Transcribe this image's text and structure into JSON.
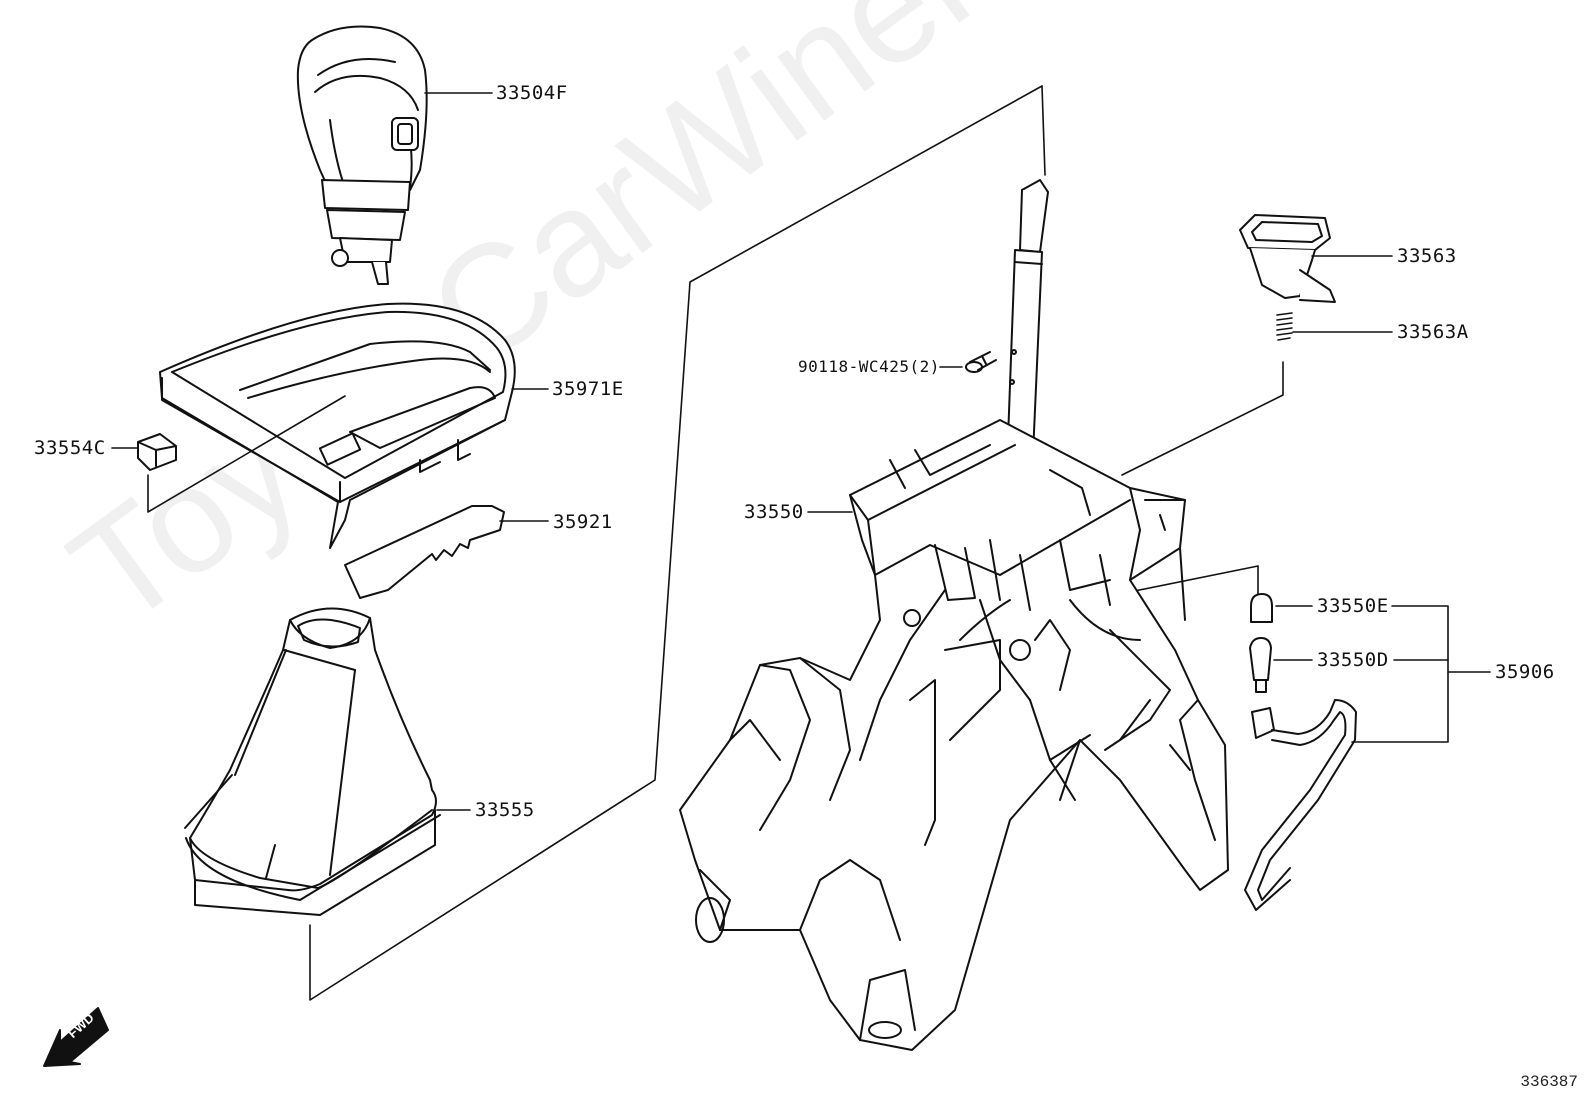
{
  "watermark": "ToyotaCarWiner.ru",
  "diagram_number": "336387",
  "fwd_label": "FWD",
  "parts": {
    "p33504F": "33504F",
    "p35971E": "35971E",
    "p33554C": "33554C",
    "p35921": "35921",
    "p33555": "33555",
    "p33563": "33563",
    "p33563A": "33563A",
    "p90118": "90118-WC425(2)",
    "p33550": "33550",
    "p33550E": "33550E",
    "p33550D": "33550D",
    "p35906": "35906"
  }
}
